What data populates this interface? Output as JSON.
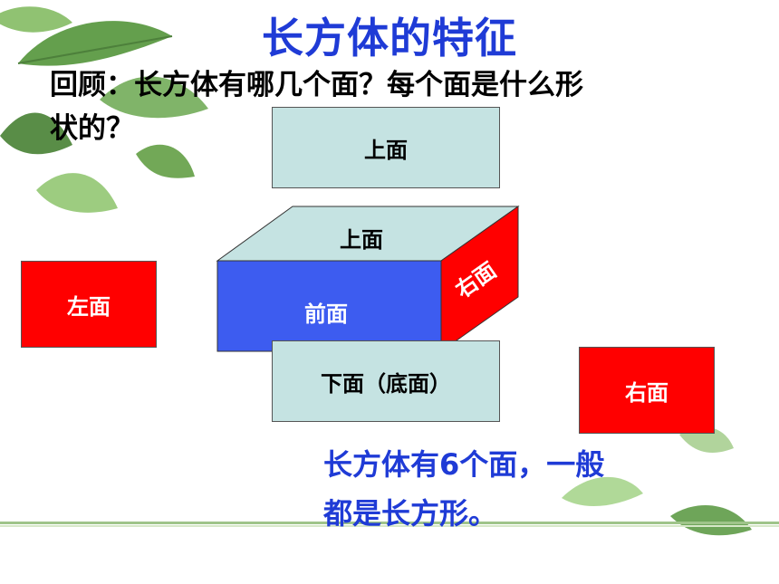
{
  "slide": {
    "title": "长方体的特征",
    "question_line1": "回顾：长方体有哪几个面？每个面是什么形",
    "question_line2": "状的？",
    "summary_line1": "长方体有6个面，一般",
    "summary_line2": "都是长方形。"
  },
  "faces": {
    "top_net": "上面",
    "top_cuboid": "上面",
    "front": "前面",
    "right_cuboid": "右面",
    "left": "左面",
    "bottom": "下面（底面）",
    "right": "右面"
  },
  "colors": {
    "title": "#1f3bd6",
    "teal_face": "#c5e3e2",
    "front_face": "#3d5cf0",
    "red_face": "#ff0000"
  }
}
